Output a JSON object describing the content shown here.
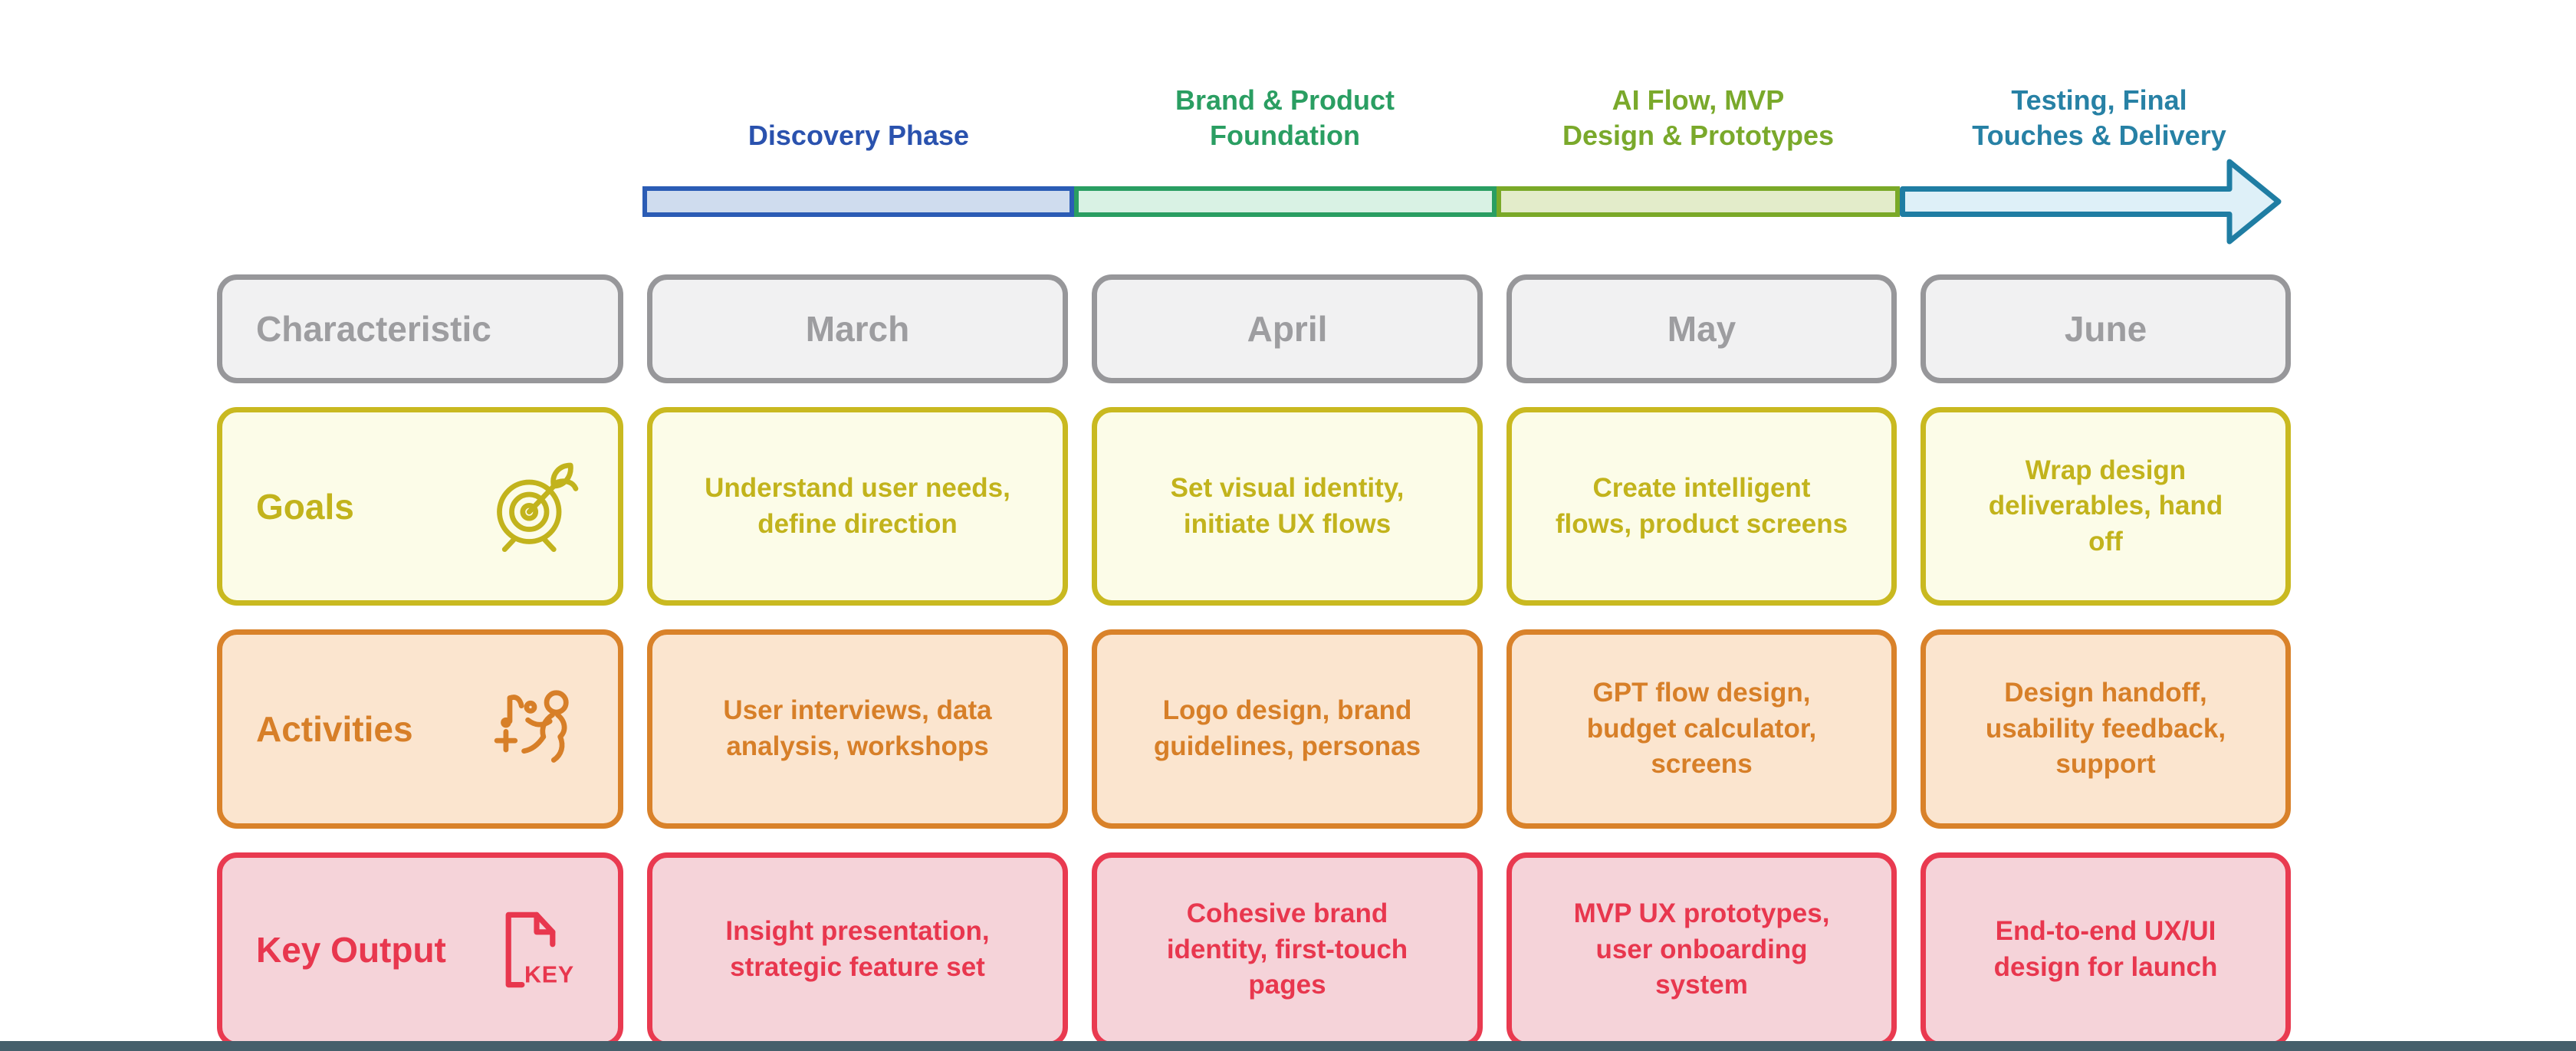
{
  "page": {
    "background": "#ffffff",
    "bottom_edge_bar_color": "#455f6b"
  },
  "timeline": {
    "phases": [
      {
        "lines": [
          "Discovery Phase"
        ],
        "text_color": "#2a52ae",
        "bar_border": "#2b5cb5",
        "bar_fill": "#cfdcee"
      },
      {
        "lines": [
          "Brand & Product",
          "Foundation"
        ],
        "text_color": "#2a9e62",
        "bar_border": "#2a9e62",
        "bar_fill": "#d9f2e4"
      },
      {
        "lines": [
          "AI Flow, MVP",
          "Design & Prototypes"
        ],
        "text_color": "#7aa92b",
        "bar_border": "#7aa928",
        "bar_fill": "#e3ecca"
      },
      {
        "lines": [
          "Testing, Final",
          "Touches & Delivery"
        ],
        "text_color": "#2781a5",
        "bar_border": "#1f7da3",
        "bar_fill": "#def0f8"
      }
    ]
  },
  "table": {
    "header": {
      "labels": [
        "Characteristic",
        "March",
        "April",
        "May",
        "June"
      ],
      "border_color": "#97979a",
      "fill_color": "#f1f1f2",
      "text_color": "#9d9da0"
    },
    "rows": [
      {
        "label": "Goals",
        "icon": "target-arrow-icon",
        "border_color": "#c9b920",
        "fill_color": "#fcfce8",
        "text_color": "#c2b31c",
        "cells": [
          "Understand user needs, define direction",
          "Set visual identity, initiate UX flows",
          "Create intelligent flows, product screens",
          "Wrap design deliverables, hand off"
        ]
      },
      {
        "label": "Activities",
        "icon": "dancing-person-icon",
        "border_color": "#d9822a",
        "fill_color": "#fbe5cf",
        "text_color": "#d77f28",
        "cells": [
          "User interviews, data analysis, workshops",
          "Logo design, brand guidelines, personas",
          "GPT flow design, budget calculator, screens",
          "Design handoff, usability feedback, support"
        ]
      },
      {
        "label": "Key Output",
        "icon": "key-document-icon",
        "icon_text": "KEY",
        "border_color": "#e93a50",
        "fill_color": "#f5d3d9",
        "text_color": "#e8374e",
        "cells": [
          "Insight presentation, strategic feature set",
          "Cohesive brand identity, first-touch pages",
          "MVP UX prototypes, user onboarding system",
          "End-to-end UX/UI design for launch"
        ]
      }
    ]
  }
}
